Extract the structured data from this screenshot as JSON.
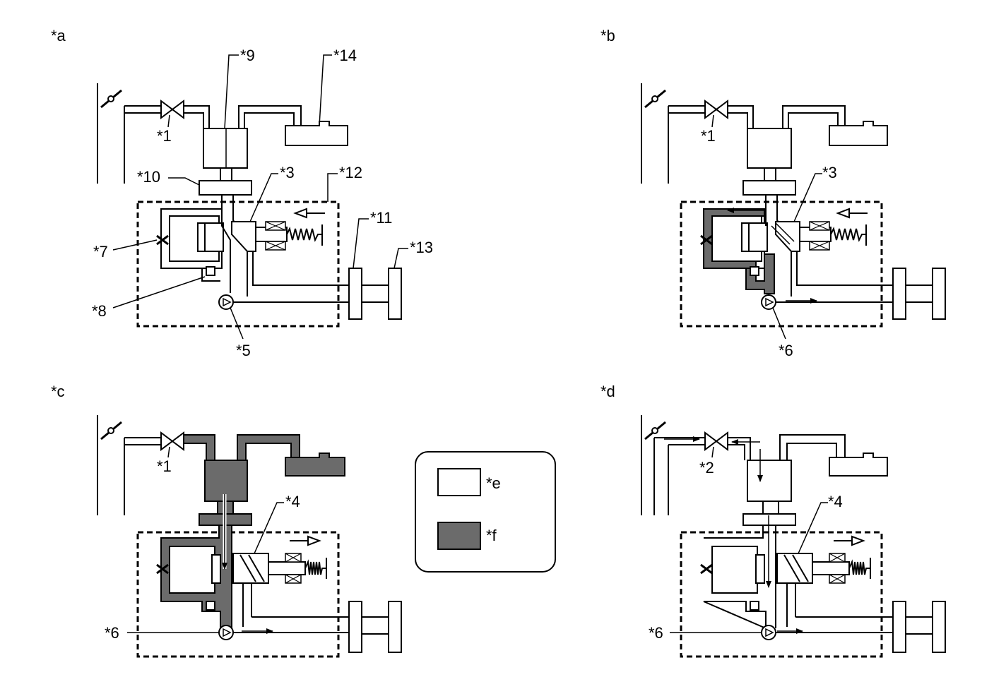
{
  "panels": [
    {
      "id": "a",
      "label": "*a",
      "shaded": "none",
      "flow": "none",
      "callouts": [
        "*1",
        "*9",
        "*14",
        "*10",
        "*3",
        "*12",
        "*7",
        "*11",
        "*13",
        "*8",
        "*5"
      ]
    },
    {
      "id": "b",
      "label": "*b",
      "shaded": "partial",
      "flow": "pump-out",
      "callouts": [
        "*1",
        "*3",
        "*6"
      ]
    },
    {
      "id": "c",
      "label": "*c",
      "shaded": "full",
      "flow": "down",
      "callouts": [
        "*1",
        "*4",
        "*6"
      ]
    },
    {
      "id": "d",
      "label": "*d",
      "shaded": "none",
      "flow": "inlet",
      "callouts": [
        "*2",
        "*4",
        "*6"
      ]
    }
  ],
  "legend": {
    "items": [
      {
        "key": "*e",
        "fill": "#ffffff"
      },
      {
        "key": "*f",
        "fill": "#6b6b6b"
      }
    ]
  },
  "colors": {
    "line": "#000000",
    "shaded": "#6b6b6b",
    "background": "#ffffff"
  }
}
